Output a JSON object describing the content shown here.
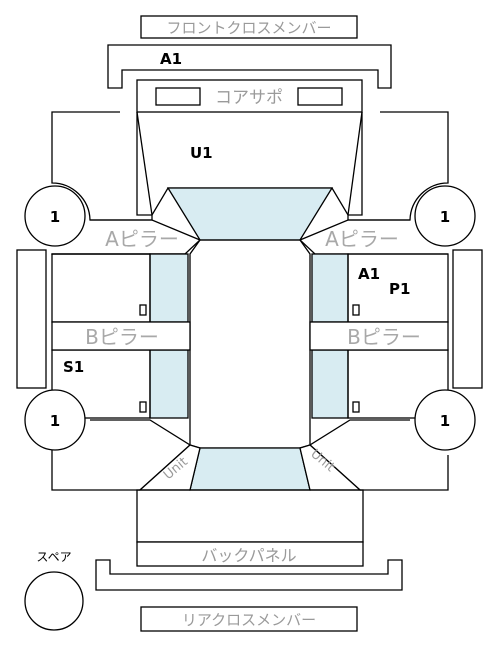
{
  "labels": {
    "front_cross_member": "フロントクロスメンバー",
    "core_support": "コアサポ",
    "a_pillar_left": "Aピラー",
    "a_pillar_right": "Aピラー",
    "b_pillar_left": "Bピラー",
    "b_pillar_right": "Bピラー",
    "back_panel": "バックパネル",
    "rear_cross_member": "リアクロスメンバー",
    "spare": "スペア",
    "unit_left": "Unit",
    "unit_right": "Unit"
  },
  "tags": {
    "a1_top": "A1",
    "u1": "U1",
    "a1_right": "A1",
    "p1": "P1",
    "s1": "S1"
  },
  "tires": {
    "front_left": "1",
    "front_right": "1",
    "rear_left": "1",
    "rear_right": "1"
  },
  "colors": {
    "glass": "#d8ecf2",
    "label_gray": "#a0a0a0",
    "line": "#000000"
  }
}
